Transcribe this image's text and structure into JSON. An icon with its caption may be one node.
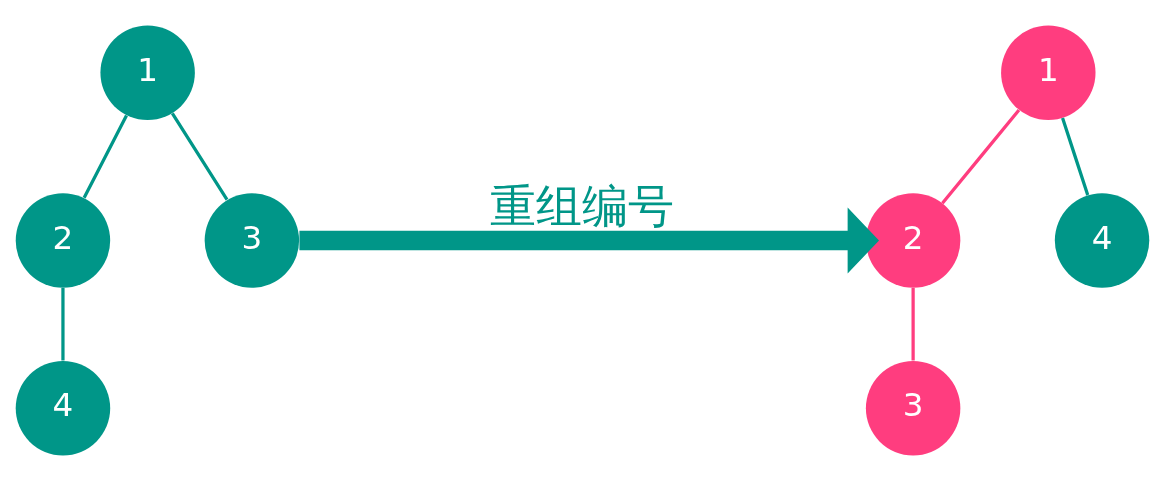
{
  "diagram": {
    "nodes": [
      {
        "text": [
          "1"
        ]
      },
      {
        "text": [
          "2"
        ]
      },
      {
        "text": [
          "3"
        ]
      },
      {
        "text": [
          "4"
        ]
      },
      {
        "text": [
          "1"
        ]
      },
      {
        "text": [
          "2"
        ]
      },
      {
        "text": [
          "4"
        ]
      },
      {
        "text": [
          "3"
        ]
      }
    ],
    "edges": [
      {
        "from": 0,
        "to": 1,
        "arrow": "none"
      },
      {
        "from": 0,
        "to": 2,
        "arrow": "none"
      },
      {
        "from": 1,
        "to": 3,
        "arrow": "none"
      },
      {
        "from": 2,
        "to": 5,
        "arrow": "to",
        "style": "thick",
        "label": "重组编号"
      },
      {
        "from": 4,
        "to": 5,
        "arrow": "none",
        "color": "#ff3d7f"
      },
      {
        "from": 4,
        "to": 6,
        "arrow": "none"
      },
      {
        "from": 5,
        "to": 7,
        "arrow": "none",
        "color": "#ff3d7f"
      }
    ]
  }
}
